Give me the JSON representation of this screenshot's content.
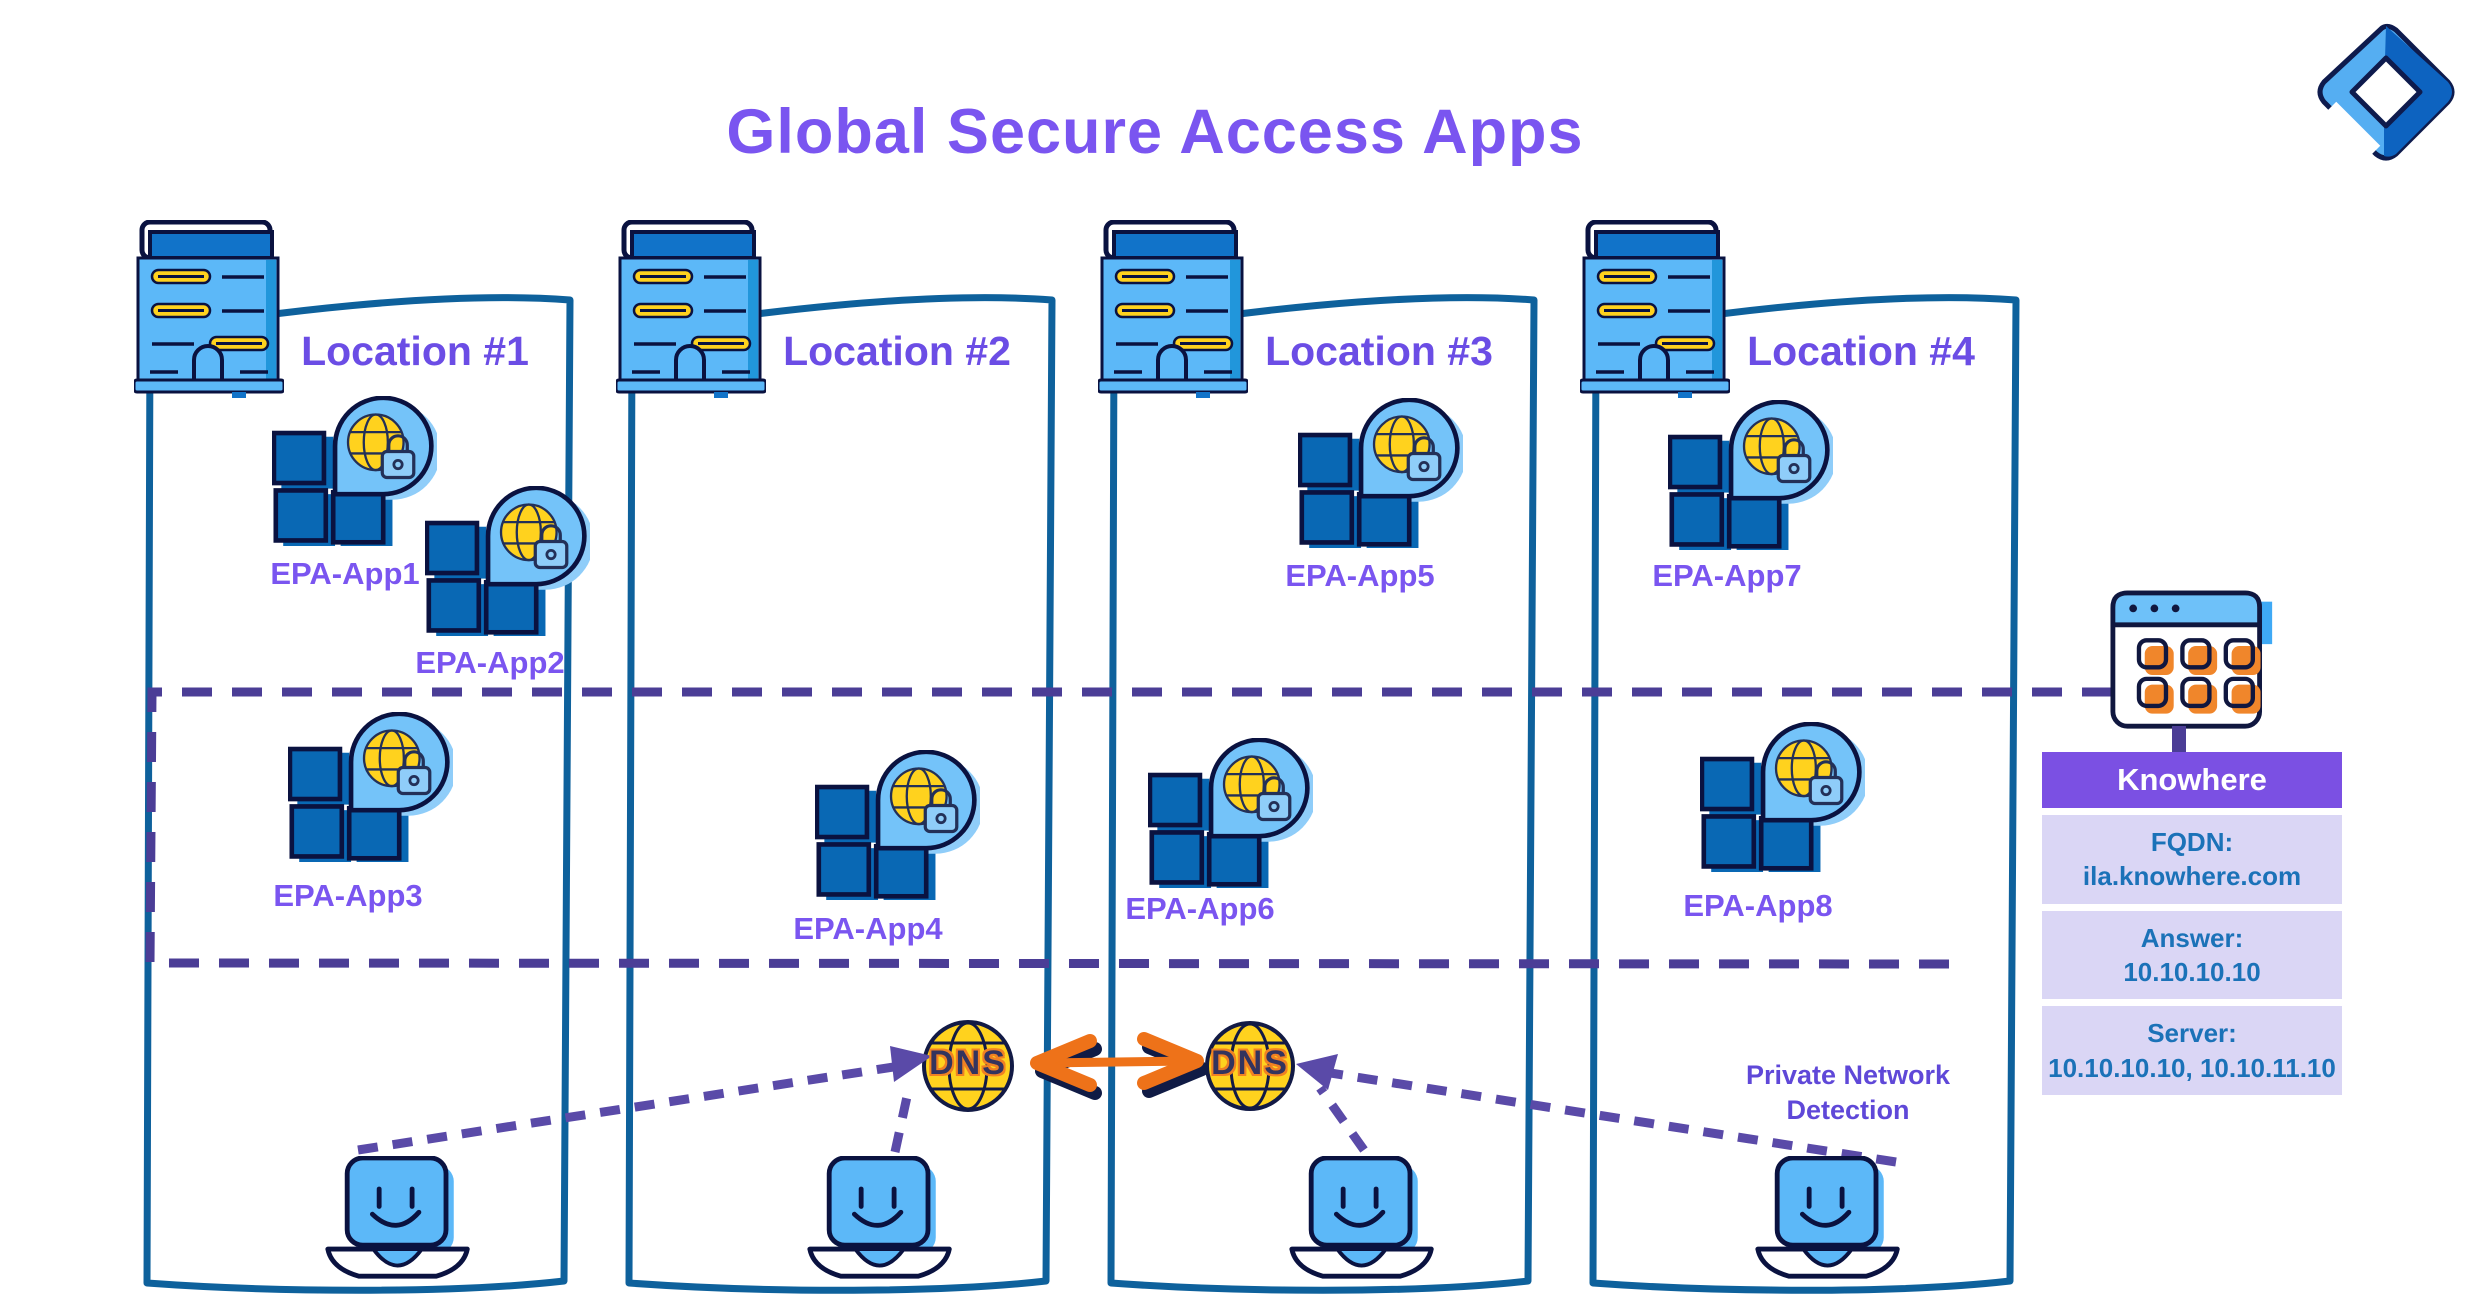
{
  "title": "Global Secure Access Apps",
  "locations": [
    {
      "label": "Location #1"
    },
    {
      "label": "Location #2"
    },
    {
      "label": "Location #3"
    },
    {
      "label": "Location #4"
    }
  ],
  "apps": [
    {
      "label": "EPA-App1"
    },
    {
      "label": "EPA-App2"
    },
    {
      "label": "EPA-App3"
    },
    {
      "label": "EPA-App4"
    },
    {
      "label": "EPA-App5"
    },
    {
      "label": "EPA-App6"
    },
    {
      "label": "EPA-App7"
    },
    {
      "label": "EPA-App8"
    }
  ],
  "dns": {
    "label": "DNS"
  },
  "private_network_detection": "Private Network Detection",
  "knowhere_table": {
    "header": "Knowhere",
    "rows": [
      {
        "label": "FQDN:",
        "value": "ila.knowhere.com"
      },
      {
        "label": "Answer:",
        "value": "10.10.10.10"
      },
      {
        "label": "Server:",
        "value": "10.10.10.10, 10.10.11.10"
      }
    ]
  },
  "colors": {
    "accent_purple": "#7a55f0",
    "box_outline_blue": "#0e619c",
    "dashed_purple": "#4b3d96",
    "dns_yellow": "#FFD21E",
    "arrow_orange": "#EE7219",
    "table_header_purple": "#7b50e3",
    "table_row_lavender": "#dad6f5",
    "table_text_blue": "#1b72b8"
  }
}
